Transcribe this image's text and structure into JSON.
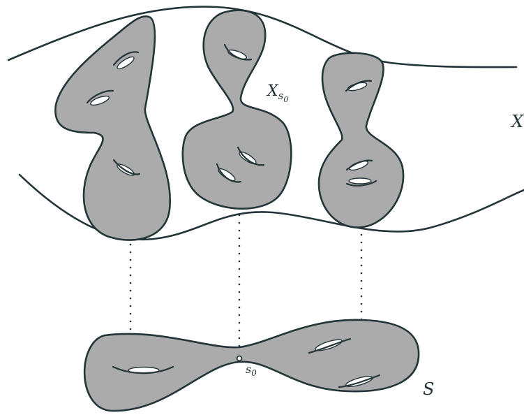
{
  "labels": {
    "fiber_main": "X",
    "fiber_sub": "s",
    "fiber_subsub": "0",
    "total_space": "X",
    "base": "S",
    "point_main": "s",
    "point_sub": "0"
  },
  "colors": {
    "ink": "#233538",
    "fill": "#ababab",
    "background": "#ffffff"
  }
}
